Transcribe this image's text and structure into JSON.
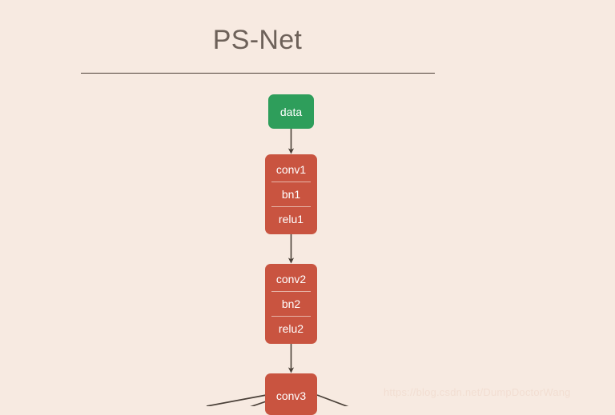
{
  "header": {
    "title": "PS-Net"
  },
  "colors": {
    "background": "#f7eae1",
    "title_text": "#6d6159",
    "rule": "#4c3f37",
    "input_node": "#2e9e5b",
    "layer_node": "#c95440",
    "node_text": "#ffffff",
    "node_divider": "#e7b5a8",
    "edge": "#4a4038",
    "watermark": "#f2ded2"
  },
  "graph": {
    "type": "flowchart",
    "direction": "top-to-bottom",
    "nodes": [
      {
        "id": "data",
        "kind": "input",
        "color": "#2e9e5b",
        "labels": [
          "data"
        ]
      },
      {
        "id": "block1",
        "kind": "layer-group",
        "color": "#c95440",
        "labels": [
          "conv1",
          "bn1",
          "relu1"
        ]
      },
      {
        "id": "block2",
        "kind": "layer-group",
        "color": "#c95440",
        "labels": [
          "conv2",
          "bn2",
          "relu2"
        ]
      },
      {
        "id": "block3",
        "kind": "layer-group",
        "color": "#c95440",
        "labels": [
          "conv3"
        ]
      }
    ],
    "edges": [
      {
        "from": "data",
        "to": "block1",
        "arrow": true
      },
      {
        "from": "block1",
        "to": "block2",
        "arrow": true
      },
      {
        "from": "block2",
        "to": "block3",
        "arrow": true
      },
      {
        "from": "block3",
        "to": "offscreen-left-a",
        "arrow": false
      },
      {
        "from": "block3",
        "to": "offscreen-left-b",
        "arrow": false
      },
      {
        "from": "block3",
        "to": "offscreen-right",
        "arrow": false
      }
    ]
  },
  "watermark": {
    "text": "https://blog.csdn.net/DumpDoctorWang"
  }
}
